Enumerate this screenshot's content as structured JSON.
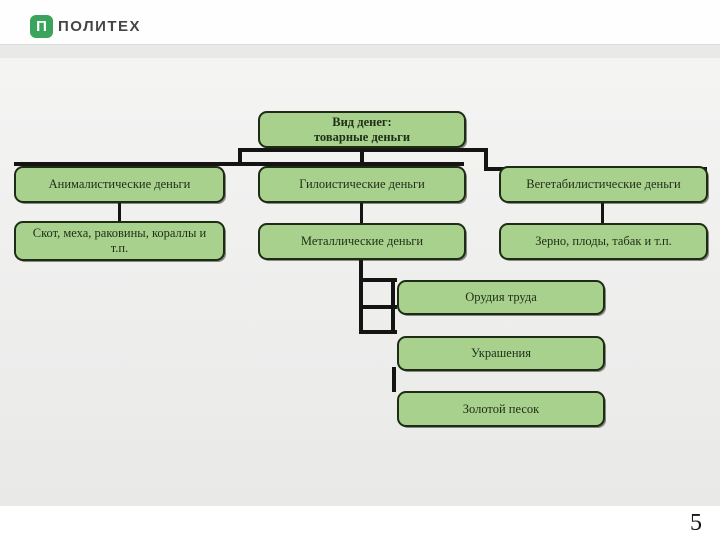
{
  "slide": {
    "page_number": "5"
  },
  "logo": {
    "icon_glyph": "П",
    "wordmark": "ПОЛИТЕХ"
  },
  "colors": {
    "node_fill": "#a9d18e",
    "node_border": "#1e2c15",
    "node_text": "#203018",
    "connector": "#141414",
    "logo_green": "#3aa35c"
  },
  "diagram": {
    "root": {
      "label": "Вид денег:\nтоварные деньги"
    },
    "level2": [
      {
        "label": "Анималистические деньги"
      },
      {
        "label": "Гилоистические деньги"
      },
      {
        "label": "Вегетабилистические деньги"
      }
    ],
    "level3": [
      {
        "label": "Скот, меха, раковины, кораллы и т.п."
      },
      {
        "label": "Металлические деньги"
      },
      {
        "label": "Зерно, плоды, табак и т.п."
      }
    ],
    "level4": [
      {
        "label": "Орудия труда"
      },
      {
        "label": "Украшения"
      },
      {
        "label": "Золотой песок"
      }
    ]
  }
}
